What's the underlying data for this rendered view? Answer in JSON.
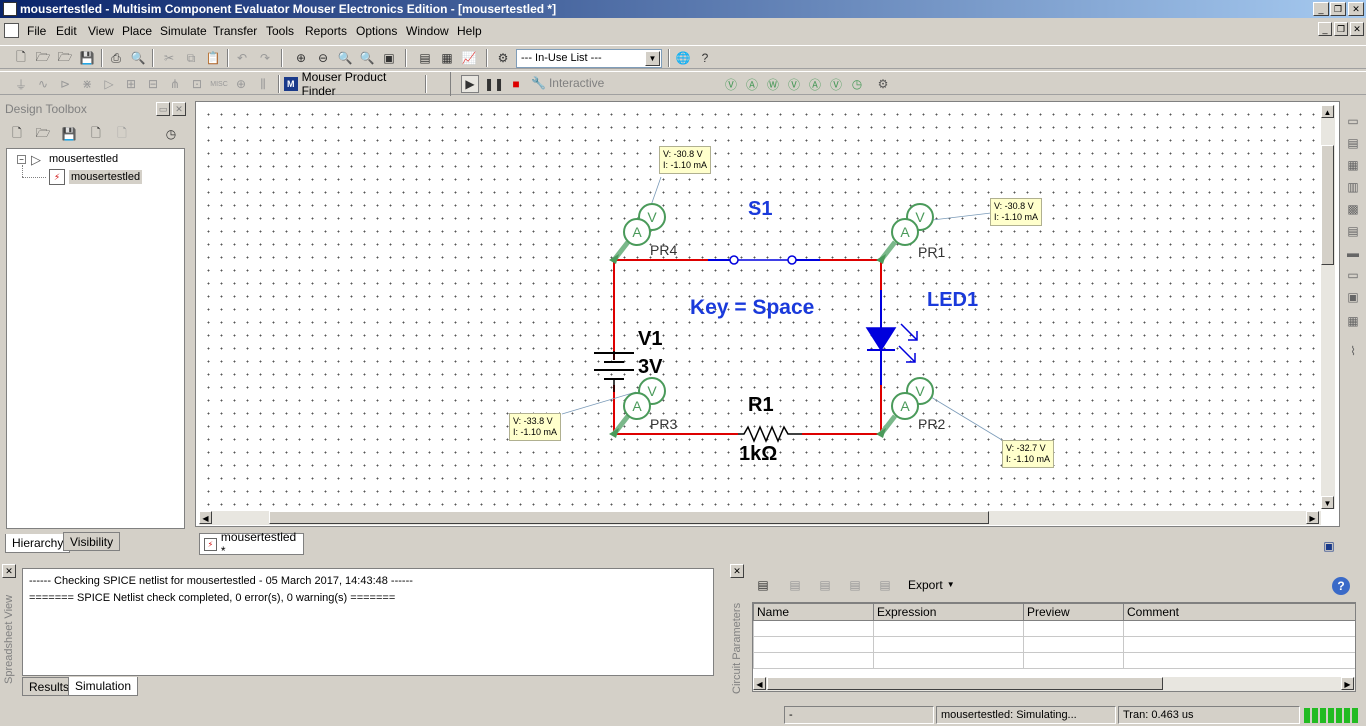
{
  "window": {
    "title": "mousertestled - Multisim Component Evaluator Mouser Electronics Edition - [mousertestled *]"
  },
  "menu": [
    "File",
    "Edit",
    "View",
    "Place",
    "Simulate",
    "Transfer",
    "Tools",
    "Reports",
    "Options",
    "Window",
    "Help"
  ],
  "toolbar": {
    "inuse_list": "--- In-Use List ---",
    "mouser_finder": "Mouser Product Finder",
    "interactive": "Interactive"
  },
  "design_toolbox": {
    "title": "Design Toolbox",
    "tree_root": "mousertestled",
    "tree_child": "mousertestled",
    "tabs": [
      "Hierarchy",
      "Visibility"
    ]
  },
  "schematic": {
    "tab_label": "mousertestled *",
    "switch_name": "S1",
    "switch_key": "Key = Space",
    "source_name": "V1",
    "source_value": "3V",
    "resistor_name": "R1",
    "resistor_value": "1kΩ",
    "led_name": "LED1",
    "probes": [
      {
        "name": "PR4",
        "v": "V: -30.8 V",
        "i": "I: -1.10 mA"
      },
      {
        "name": "PR1",
        "v": "V: -30.8 V",
        "i": "I: -1.10 mA"
      },
      {
        "name": "PR3",
        "v": "V: -33.8 V",
        "i": "I: -1.10 mA"
      },
      {
        "name": "PR2",
        "v": "V: -32.7 V",
        "i": "I: -1.10 mA"
      }
    ]
  },
  "output": {
    "lines": [
      "------ Checking SPICE netlist for mousertestled - 05 March 2017, 14:43:48 ------",
      "======= SPICE Netlist check completed, 0 error(s), 0 warning(s) ======="
    ],
    "tabs": [
      "Results",
      "Simulation"
    ],
    "side_label": "Spreadsheet View"
  },
  "params": {
    "export_label": "Export",
    "columns": [
      "Name",
      "Expression",
      "Preview",
      "Comment"
    ],
    "side_label": "Circuit Parameters"
  },
  "status": {
    "field1": "-",
    "field2": "mousertestled: Simulating...",
    "field3": "Tran: 0.463 us"
  },
  "colors": {
    "wire_red": "#dd0000",
    "wire_blue": "#0000dd",
    "probe_green": "#4a9a5a",
    "label_blue": "#1a3adb"
  }
}
